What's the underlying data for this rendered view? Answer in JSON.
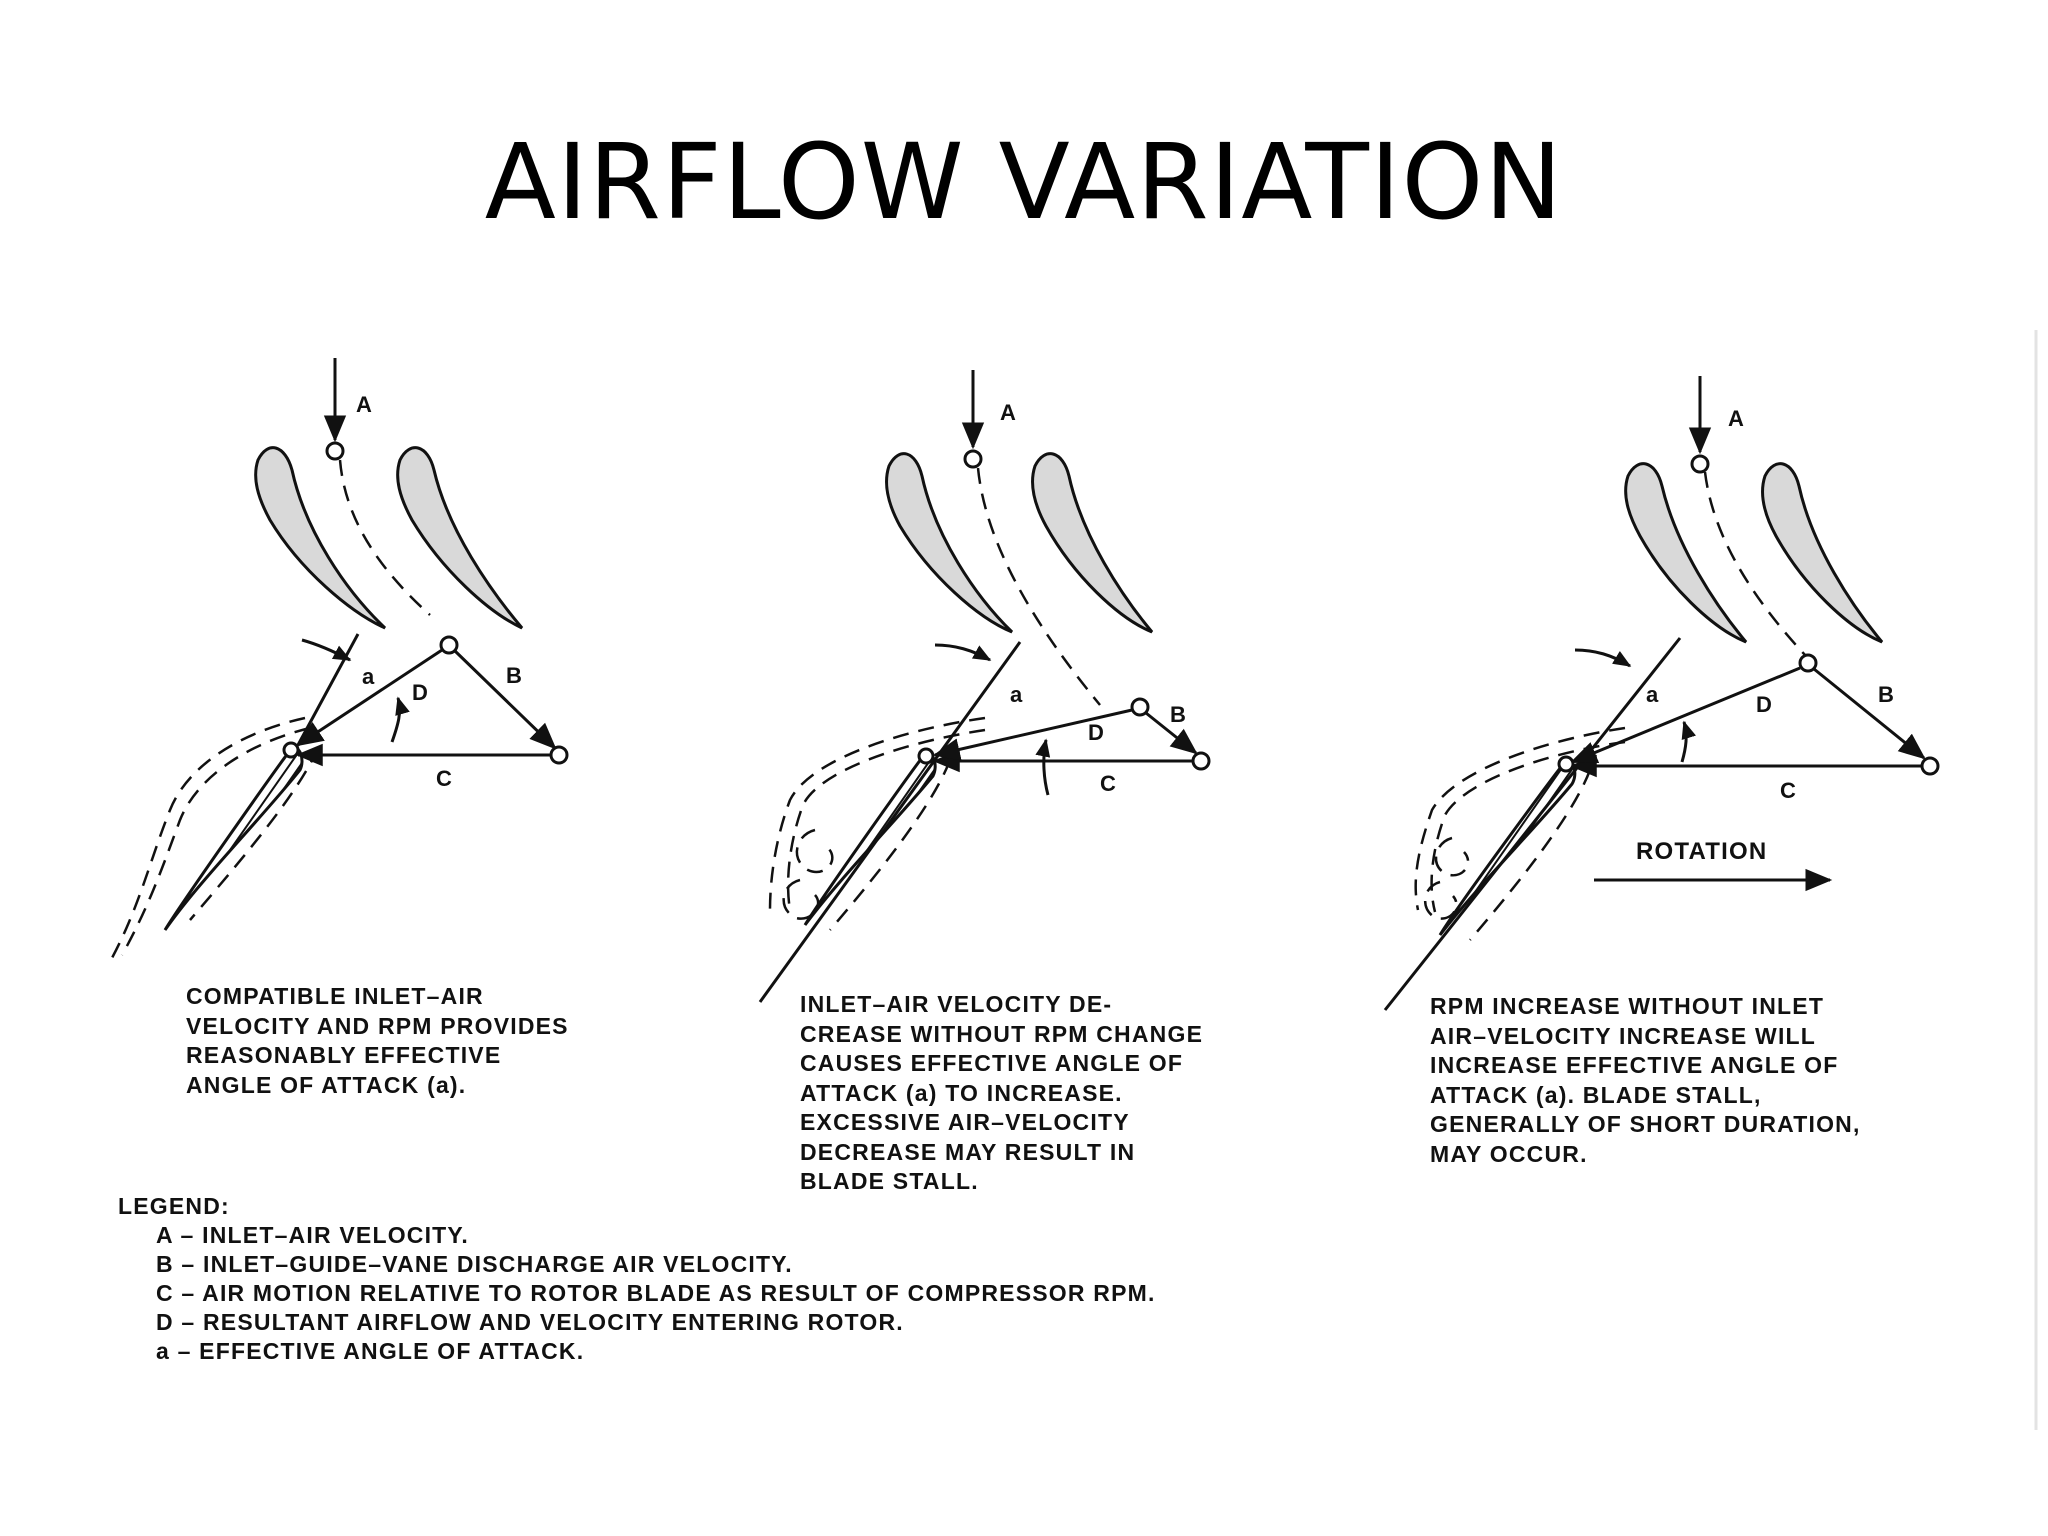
{
  "slide": {
    "title": "AIRFLOW VARIATION"
  },
  "vector_labels": {
    "a": "A",
    "b": "B",
    "c": "C",
    "d": "D",
    "angle": "a"
  },
  "panels": [
    {
      "caption_lines": [
        "COMPATIBLE INLET–AIR",
        "VELOCITY AND RPM PROVIDES",
        "REASONABLY EFFECTIVE",
        "ANGLE OF ATTACK  (a)."
      ]
    },
    {
      "caption_lines": [
        "INLET–AIR VELOCITY DE-",
        "CREASE WITHOUT RPM CHANGE",
        "CAUSES EFFECTIVE ANGLE OF",
        "ATTACK  (a)  TO INCREASE.",
        "EXCESSIVE AIR–VELOCITY",
        "DECREASE MAY RESULT IN",
        "BLADE STALL."
      ]
    },
    {
      "caption_lines": [
        "RPM INCREASE WITHOUT INLET",
        "AIR–VELOCITY INCREASE WILL",
        "INCREASE EFFECTIVE ANGLE OF",
        "ATTACK  (a).  BLADE STALL,",
        "GENERALLY OF SHORT DURATION,",
        "MAY OCCUR."
      ]
    }
  ],
  "rotation_label": "ROTATION",
  "legend": {
    "title": "LEGEND:",
    "items": [
      "A – INLET–AIR VELOCITY.",
      "B – INLET–GUIDE–VANE DISCHARGE AIR VELOCITY.",
      "C – AIR MOTION RELATIVE TO ROTOR BLADE AS RESULT OF COMPRESSOR RPM.",
      "D – RESULTANT AIRFLOW AND VELOCITY ENTERING ROTOR.",
      "a – EFFECTIVE ANGLE OF ATTACK."
    ]
  }
}
